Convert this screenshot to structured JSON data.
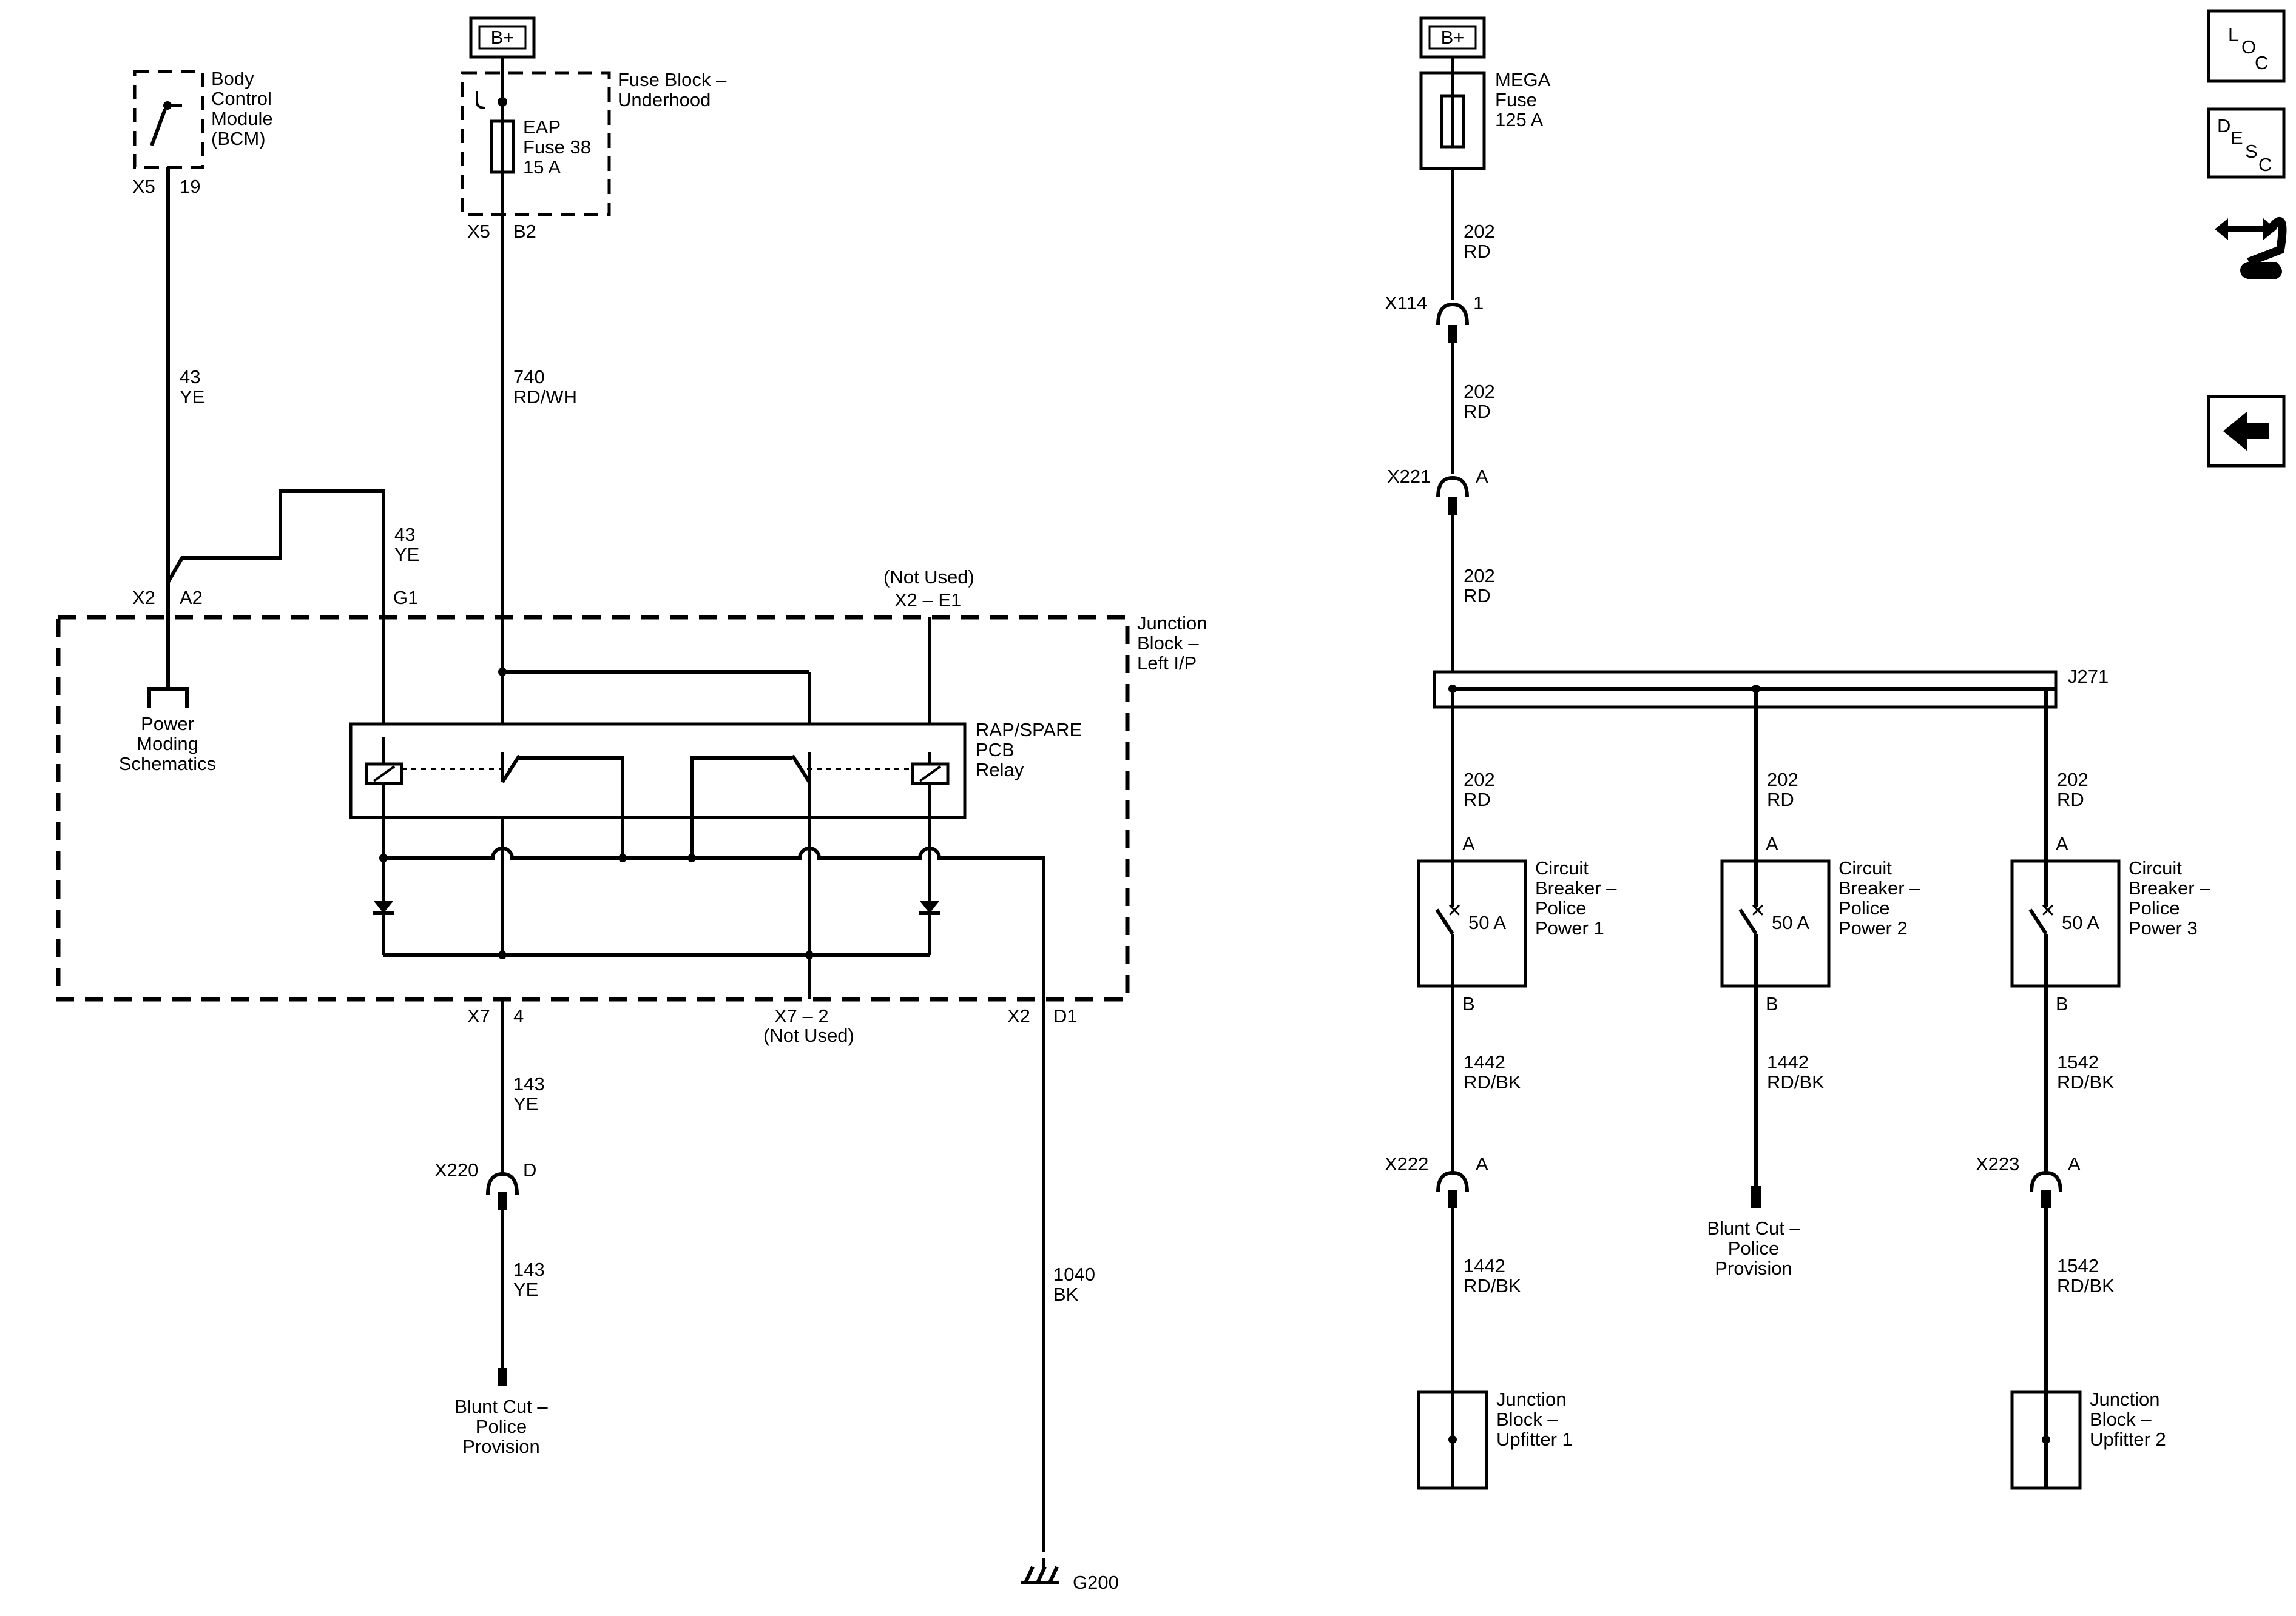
{
  "power": {
    "label": "B+"
  },
  "bcm": {
    "name": "Body\nControl\nModule\n(BCM)",
    "conn": "X5",
    "pin": "19"
  },
  "fuse_block": {
    "name": "Fuse Block –\nUnderhood",
    "fuse": "EAP\nFuse 38\n15 A",
    "conn": "X5",
    "pin": "B2"
  },
  "wires_left": {
    "w43_top": "43\nYE",
    "w43_mid": "43\nYE",
    "w740": "740\nRD/WH",
    "w143_top": "143\nYE",
    "w143_bot": "143\nYE",
    "w1040": "1040\nBK"
  },
  "junction_left": {
    "name": "Junction\nBlock –\nLeft I/P",
    "x2": "X2",
    "a2": "A2",
    "g1": "G1",
    "not_used_top": "(Not Used)",
    "x2_e1": "X2 – E1",
    "x7": "X7",
    "pin4": "4",
    "x7_2": "X7 – 2",
    "not_used_bot": "(Not Used)",
    "x2_bot": "X2",
    "d1": "D1"
  },
  "power_moding": "Power\nModing\nSchematics",
  "relay": {
    "name": "RAP/SPARE\nPCB\nRelay"
  },
  "x220": {
    "conn": "X220",
    "pin": "D"
  },
  "blunt_cut_left": "Blunt Cut –\nPolice\nProvision",
  "ground": "G200",
  "mega_fuse": "MEGA\nFuse\n125 A",
  "wires_right": {
    "w202_a": "202\nRD",
    "w202_b": "202\nRD",
    "w202_c": "202\nRD",
    "w202_d1": "202\nRD",
    "w202_d2": "202\nRD",
    "w202_d3": "202\nRD",
    "w1442_a": "1442\nRD/BK",
    "w1442_b": "1442\nRD/BK",
    "w1442_c": "1442\nRD/BK",
    "w1542_a": "1542\nRD/BK",
    "w1542_b": "1542\nRD/BK"
  },
  "x114": {
    "conn": "X114",
    "pin": "1"
  },
  "x221": {
    "conn": "X221",
    "pin": "A"
  },
  "j271": "J271",
  "breakers": [
    {
      "name": "Circuit\nBreaker –\nPolice\nPower 1",
      "rating": "50 A",
      "in": "A",
      "out": "B"
    },
    {
      "name": "Circuit\nBreaker –\nPolice\nPower 2",
      "rating": "50 A",
      "in": "A",
      "out": "B"
    },
    {
      "name": "Circuit\nBreaker –\nPolice\nPower 3",
      "rating": "50 A",
      "in": "A",
      "out": "B"
    }
  ],
  "x222": {
    "conn": "X222",
    "pin": "A"
  },
  "x223": {
    "conn": "X223",
    "pin": "A"
  },
  "blunt_cut_right": "Blunt Cut –\nPolice\nProvision",
  "upfitter1": "Junction\nBlock –\nUpfitter 1",
  "upfitter2": "Junction\nBlock –\nUpfitter 2",
  "nav": {
    "loc": {
      "l1": "L",
      "l2": "O",
      "l3": "C"
    },
    "desc": {
      "l1": "D",
      "l2": "E",
      "l3": "S",
      "l4": "C"
    }
  }
}
